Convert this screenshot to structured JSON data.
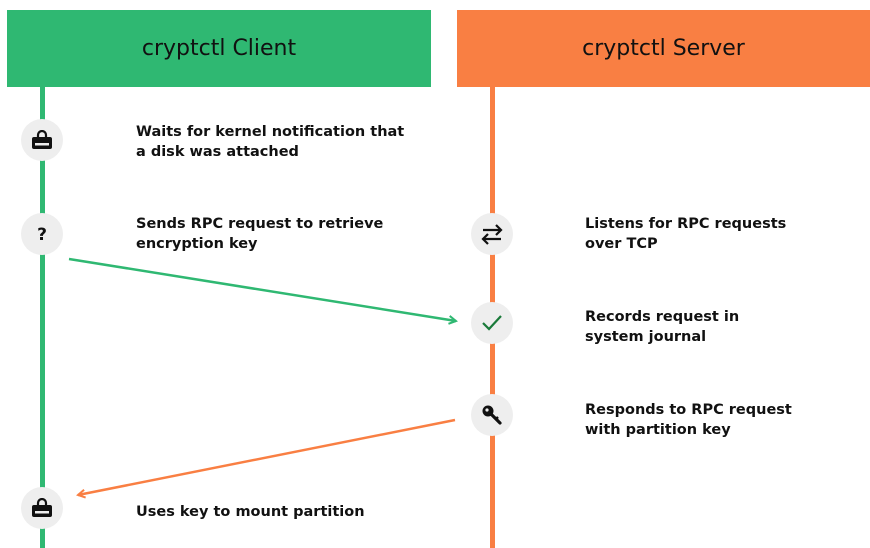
{
  "client": {
    "title": "cryptctl Client",
    "steps": [
      {
        "icon": "drive-lock-icon",
        "text": "Waits for kernel notification that\na disk was attached"
      },
      {
        "icon": "question-icon",
        "text": "Sends RPC request to retrieve\nencryption key"
      },
      {
        "icon": "drive-lock-icon",
        "text": "Uses key to mount partition"
      }
    ]
  },
  "server": {
    "title": "cryptctl Server",
    "steps": [
      {
        "icon": "swap-arrows-icon",
        "text": "Listens for RPC requests\nover TCP"
      },
      {
        "icon": "checkmark-icon",
        "text": "Records request in\nsystem journal"
      },
      {
        "icon": "key-icon",
        "text": "Responds to RPC request\nwith partition key"
      }
    ]
  },
  "colors": {
    "client": "#2fb872",
    "server": "#f97f43",
    "icon_bg": "#eeeeee"
  }
}
